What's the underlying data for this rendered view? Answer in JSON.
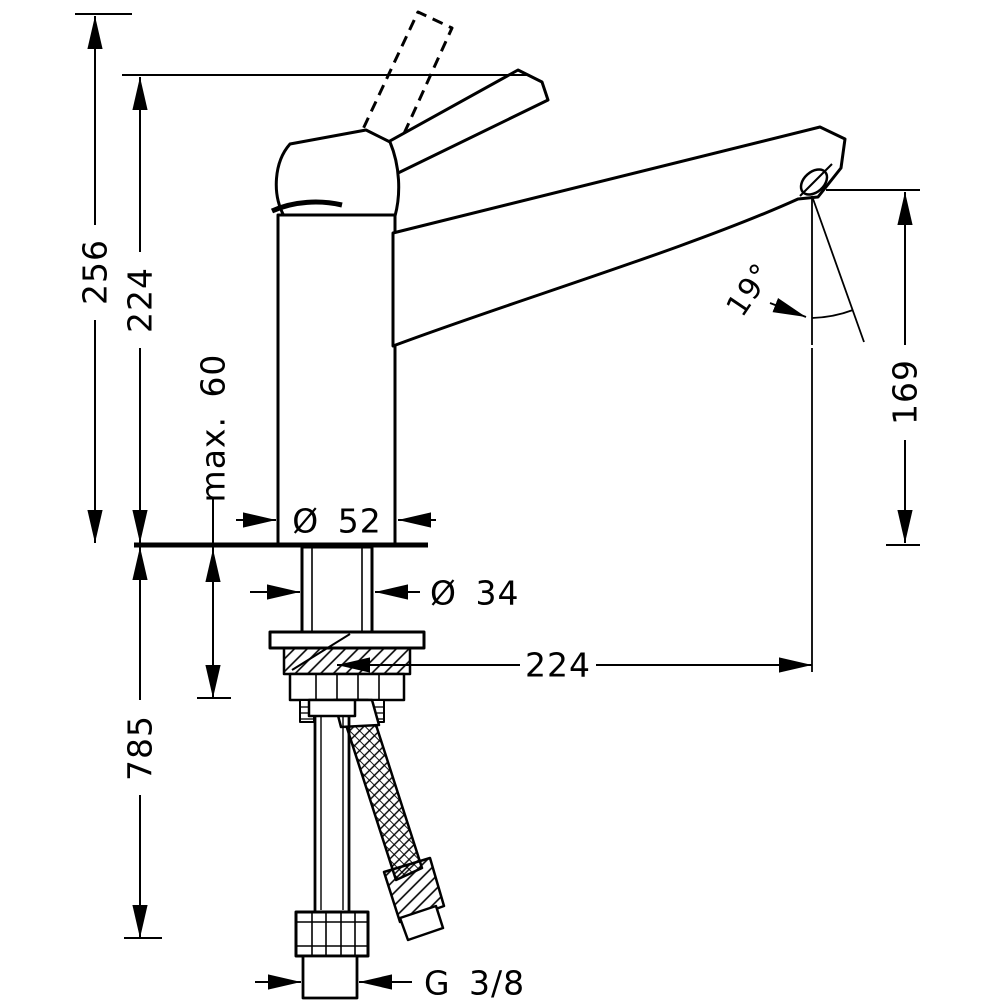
{
  "page": {
    "background": "#ffffff",
    "line_color": "#000000"
  },
  "drawing": {
    "kind": "technical-dimension-diagram",
    "subject": "single-lever kitchen mixer faucet, side view with mounting hardware and supply hoses",
    "units_implied": "mm"
  },
  "labels": {
    "total_height": "256",
    "spout_height": "224",
    "max_mounting_thickness": "max. 60",
    "body_diameter": "Ø 52",
    "shank_diameter": "Ø 34",
    "spout_reach": "224",
    "hose_length": "785",
    "outlet_height": "169",
    "stream_angle": "19°",
    "connection_thread": "G 3/8"
  }
}
